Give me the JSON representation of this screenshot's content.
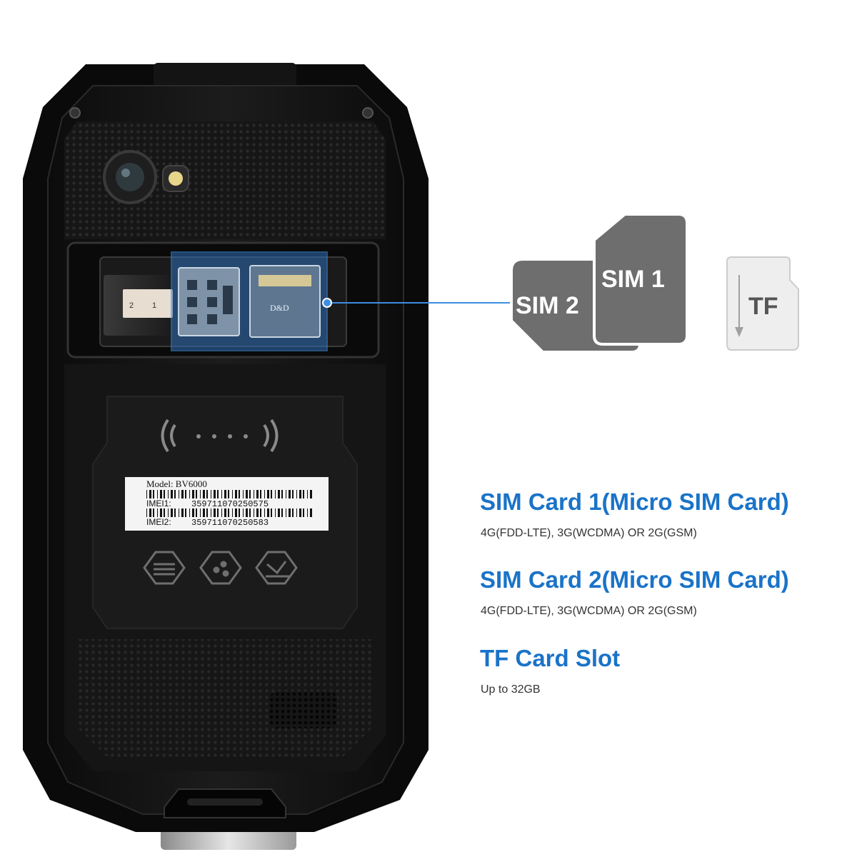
{
  "label": {
    "model": "Model: BV6000",
    "imei1_prefix": "IMEI1:",
    "imei1_value": "359711070250575",
    "imei2_prefix": "IMEI2:",
    "imei2_value": "359711070250583"
  },
  "cards": {
    "sim2_label": "SIM 2",
    "sim1_label": "SIM 1",
    "tf_label": "TF"
  },
  "slot_marks": {
    "tray_left": "2",
    "tray_right": "1",
    "tf_slot_brand": "D&D"
  },
  "specs": [
    {
      "title": "SIM Card 1(Micro SIM Card)",
      "desc": "4G(FDD-LTE), 3G(WCDMA) OR 2G(GSM)"
    },
    {
      "title": "SIM Card 2(Micro SIM Card)",
      "desc": "4G(FDD-LTE), 3G(WCDMA) OR 2G(GSM)"
    },
    {
      "title": "TF Card Slot",
      "desc": "Up to 32GB"
    }
  ],
  "colors": {
    "accent_blue": "#1a73c8",
    "phone_body": "#111111",
    "sim_card": "#6e6e6e",
    "tf_card": "#eeeeee"
  }
}
